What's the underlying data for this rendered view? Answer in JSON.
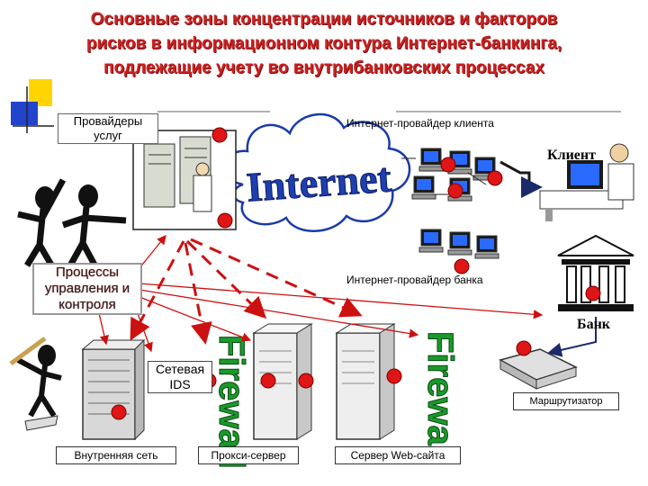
{
  "title": {
    "line1": "Основные зоны концентрации источников и факторов",
    "line2": "рисков в информационном контура Интернет-банкинга,",
    "line3": "подлежащие учету во внутрибанковских процессах"
  },
  "labels": {
    "providers": "Провайдеры услуг",
    "isp_client": "Интернет-провайдер клиента",
    "client": "Клиент",
    "internet": "Internet",
    "processes": "Процессы управления и контроля",
    "isp_bank": "Интернет-провайдер банка",
    "bank": "Банк",
    "network_ids": "Сетевая IDS",
    "firewall": "Firewall",
    "router": "Маршрутизатор",
    "internal_net": "Внутренняя сеть",
    "proxy": "Прокси-сервер",
    "web_server": "Сервер Web-сайта"
  },
  "colors": {
    "title": "#cc2222",
    "risk_dot": "#e01515",
    "arrow": "#cc1111",
    "firewall": "#1a9a2a",
    "internet_word": "#1e3fb0",
    "cloud_line": "#1a3aaa",
    "accent_yellow": "#ffd400",
    "accent_blue": "#2244cc"
  }
}
